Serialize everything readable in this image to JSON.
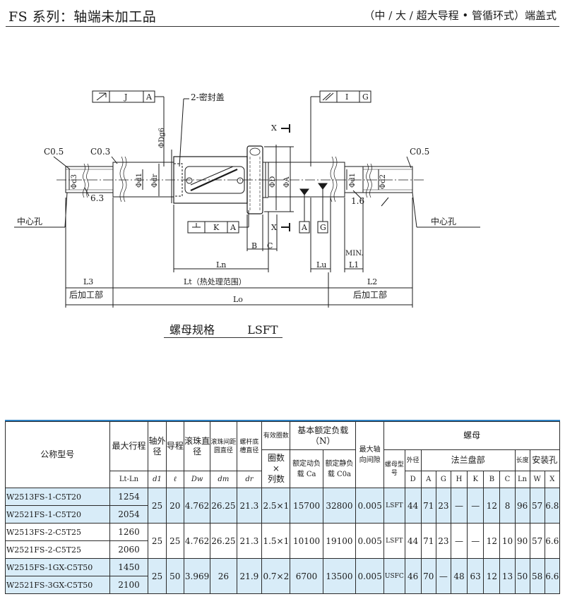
{
  "header": {
    "title": "FS 系列：轴端未加工品",
    "subtitle": "（中 / 大 / 超大导程 • 管循环式）端盖式"
  },
  "drawing": {
    "seal_label": "2-密封盖",
    "chamfer_left": "C0.5",
    "chamfer_left2": "C0.3",
    "chamfer_right": "C0.5",
    "dim_6_3": "6.3",
    "dim_1_6": "1.6",
    "center_hole_left": "中心孔",
    "center_hole_right": "中心孔",
    "tol_left": [
      "J",
      "A"
    ],
    "tol_right": [
      "I",
      "G"
    ],
    "tol_bottom": [
      "K",
      "A"
    ],
    "datum_a": "A",
    "datum_g": "G",
    "x_mark": "X",
    "phi_dg6": "ΦDg6",
    "phi_d3": "Φd3",
    "phi_d1": "Φd1",
    "phi_dr": "Φdr",
    "phi_D": "ΦD",
    "phi_A": "ΦA",
    "phi_d1_right": "Φd1",
    "phi_d2": "Φd2",
    "dim_B": "B",
    "dim_C": "C",
    "dim_Ln": "Ln",
    "dim_Lu": "Lu",
    "dim_min": "MIN.",
    "dim_L1": "L1",
    "dim_L3": "L3",
    "dim_Lt": "Lt（热处理范围）",
    "dim_L2": "L2",
    "dim_Lo": "Lo",
    "post_left": "后加工部",
    "post_right": "后加工部"
  },
  "spec": {
    "label": "螺母规格",
    "value": "LSFT"
  },
  "table": {
    "headers": {
      "model": "公称型号",
      "max_stroke": "最大行程",
      "max_stroke_sub": "Lt-Ln",
      "shaft_od": "轴外径",
      "shaft_od_sub": "d1",
      "lead": "导程",
      "lead_sub": "ℓ",
      "ball_dia": "滚珠直径",
      "ball_dia_sub": "Dw",
      "pcd": "滚珠间距圆直径",
      "pcd_sub": "dm",
      "root_dia": "螺杆底槽直径",
      "root_dia_sub": "dr",
      "circuits_top": "有效圈数",
      "circuits_mid": "圈数",
      "circuits_x": "×",
      "circuits_bot": "列数",
      "load": "基本额定负载",
      "load_unit": "（N）",
      "dyn": "额定动负载 Ca",
      "stat": "额定静负载 C0a",
      "backlash": "最大轴向间隙",
      "nut": "螺母",
      "nut_model": "螺母型号",
      "outer": "外径",
      "outer_sub": "D",
      "flange": "法兰盘部",
      "flange_cols": [
        "A",
        "G",
        "H",
        "K",
        "B",
        "C"
      ],
      "length": "长度",
      "length_sub": "Ln",
      "mount": "安装孔",
      "mount_cols": [
        "W",
        "X"
      ]
    },
    "groups": [
      {
        "shade": "blue",
        "rows": [
          {
            "model": "W2513FS-1-C5T20",
            "stroke": "1254"
          },
          {
            "model": "W2521FS-1-C5T20",
            "stroke": "2054"
          }
        ],
        "d1": "25",
        "lead": "20",
        "dw": "4.762",
        "dm": "26.25",
        "dr": "21.3",
        "circ": "2.5×1",
        "ca": "15700",
        "c0a": "32800",
        "backlash": "0.005",
        "nut": "LSFT",
        "D": "44",
        "A": "71",
        "G": "23",
        "H": "—",
        "K": "—",
        "B": "12",
        "C": "8",
        "Ln": "96",
        "W": "57",
        "X": "6.8"
      },
      {
        "shade": "white",
        "rows": [
          {
            "model": "W2513FS-2-C5T25",
            "stroke": "1260"
          },
          {
            "model": "W2521FS-2-C5T25",
            "stroke": "2060"
          }
        ],
        "d1": "25",
        "lead": "25",
        "dw": "4.762",
        "dm": "26.25",
        "dr": "21.3",
        "circ": "1.5×1",
        "ca": "10100",
        "c0a": "19100",
        "backlash": "0.005",
        "nut": "LSFT",
        "D": "44",
        "A": "71",
        "G": "23",
        "H": "—",
        "K": "—",
        "B": "12",
        "C": "10",
        "Ln": "90",
        "W": "57",
        "X": "6.6"
      },
      {
        "shade": "blue",
        "rows": [
          {
            "model": "W2515FS-1GX-C5T50",
            "stroke": "1450"
          },
          {
            "model": "W2521FS-3GX-C5T50",
            "stroke": "2100"
          }
        ],
        "d1": "25",
        "lead": "50",
        "dw": "3.969",
        "dm": "26",
        "dr": "21.9",
        "circ": "0.7×2",
        "ca": "6700",
        "c0a": "13500",
        "backlash": "0.005",
        "nut": "USFC",
        "D": "46",
        "A": "70",
        "G": "—",
        "H": "48",
        "K": "63",
        "B": "12",
        "C": "13",
        "Ln": "50",
        "W": "58",
        "X": "6.6"
      }
    ]
  }
}
